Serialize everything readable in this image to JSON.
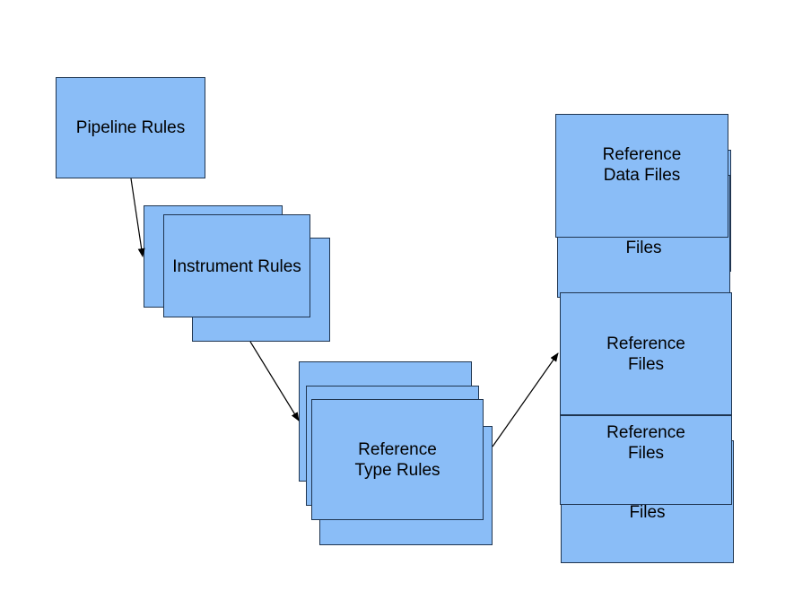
{
  "nodes": {
    "pipeline_rules": "Pipeline Rules",
    "instrument_rules": "Instrument Rules",
    "reference_type_rules": "Reference\nType Rules",
    "reference_data_files": "Reference\nData Files",
    "files_1": "Files",
    "reference_files_1": "Reference\nFiles",
    "reference_files_2": "Reference\nFiles",
    "files_2": "Files"
  },
  "colors": {
    "box_fill": "#8abdf7",
    "box_border": "#1f3550",
    "arrow": "#000000"
  }
}
